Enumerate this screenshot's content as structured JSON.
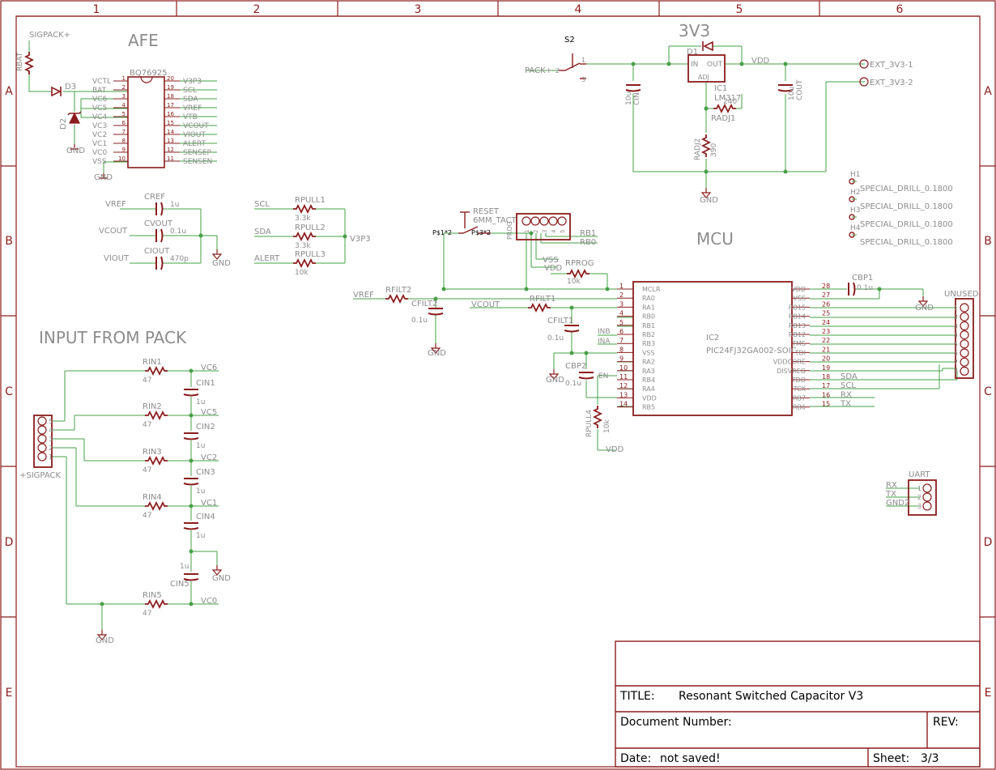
{
  "frame": {
    "columns": [
      "1",
      "2",
      "3",
      "4",
      "5",
      "6"
    ],
    "rows": [
      "A",
      "B",
      "C",
      "D",
      "E"
    ]
  },
  "sections": {
    "afe": "AFE",
    "v3v3": "3V3",
    "mcu": "MCU",
    "input": "INPUT FROM PACK"
  },
  "afe": {
    "sigpack": "SIGPACK+",
    "rbat": "RBAT",
    "d3": "D3",
    "d2": "D2",
    "gnd": "GND",
    "chip": "BQ76925",
    "pins_left": [
      {
        "name": "VCTL",
        "num": "1"
      },
      {
        "name": "BAT",
        "num": "2"
      },
      {
        "name": "VC6",
        "num": "3"
      },
      {
        "name": "VC5",
        "num": "4"
      },
      {
        "name": "VC4",
        "num": "5"
      },
      {
        "name": "VC3",
        "num": "6"
      },
      {
        "name": "VC2",
        "num": "7"
      },
      {
        "name": "VC1",
        "num": "8"
      },
      {
        "name": "VC0",
        "num": "9"
      },
      {
        "name": "VSS",
        "num": "10"
      }
    ],
    "pins_right": [
      {
        "name": "V3P3",
        "num": "20"
      },
      {
        "name": "SCL",
        "num": "19"
      },
      {
        "name": "SDA",
        "num": "18"
      },
      {
        "name": "VREF",
        "num": "17"
      },
      {
        "name": "VTB",
        "num": "16"
      },
      {
        "name": "VCOUT",
        "num": "15"
      },
      {
        "name": "VIOUT",
        "num": "14"
      },
      {
        "name": "ALERT",
        "num": "13"
      },
      {
        "name": "SENSEP",
        "num": "12"
      },
      {
        "name": "SENSEN",
        "num": "11"
      }
    ]
  },
  "caps_ref": [
    {
      "net": "VREF",
      "name": "CREF",
      "value": "1u"
    },
    {
      "net": "VCOUT",
      "name": "CVOUT",
      "value": "0.1u"
    },
    {
      "net": "VIOUT",
      "name": "CIOUT",
      "value": "470p"
    }
  ],
  "caps_gnd": "GND",
  "pullups": [
    {
      "net": "SCL",
      "name": "RPULL1",
      "value": "3.3k"
    },
    {
      "net": "SDA",
      "name": "RPULL2",
      "value": "3.3k"
    },
    {
      "net": "ALERT",
      "name": "RPULL3",
      "value": "10k"
    }
  ],
  "pullup_rail": "V3P3",
  "reg": {
    "s2": "S2",
    "pack": "PACK+",
    "sw_pins": [
      "2",
      "1",
      "3"
    ],
    "cin": "CIN",
    "cin_val": "10u",
    "d1": "D1",
    "in": "IN",
    "out": "OUT",
    "adj": "ADJ",
    "ic1": "IC1",
    "ic1_val": "LM317",
    "vdd": "VDD",
    "cout": "COUT",
    "cout_val": "10u",
    "ext1": "EXT_3V3-1",
    "ext2": "EXT_3V3-2",
    "radj1": "RADJ1",
    "radj1_val": "240",
    "radj2": "RADJ2",
    "radj2_val": "390",
    "gnd": "GND"
  },
  "holes": [
    {
      "ref": "H1",
      "label": "SPECIAL_DRILL_0.1800"
    },
    {
      "ref": "H2",
      "label": "SPECIAL_DRILL_0.1800"
    },
    {
      "ref": "H3",
      "label": "SPECIAL_DRILL_0.1800"
    },
    {
      "ref": "H4",
      "label": "SPECIAL_DRILL_0.1800"
    }
  ],
  "mcu": {
    "reset": "RESET",
    "reset_val": "6MM_TACT",
    "p1": "P$1*2",
    "p3": "P$3*2",
    "prog": "PROG",
    "prog_pins": [
      "1",
      "2",
      "3",
      "4",
      "5"
    ],
    "rb1": "RB1",
    "rb0": "RB0",
    "vss": "VSS",
    "vdd": "VDD",
    "rprog": "RPROG",
    "rprog_val": "10k",
    "vref": "VREF",
    "rfilt2": "RFILT2",
    "cfilt2": "CFILT2",
    "cfilt2_val": "0.1u",
    "vcout": "VCOUT",
    "rfilt1": "RFILT1",
    "cfilt1": "CFILT1",
    "cfilt1_val": "0.1u",
    "inb": "INB",
    "ina": "INA",
    "cbp2": "CBP2",
    "cbp2_val": "0.1u",
    "en": "EN",
    "rpull4": "RPULL4",
    "rpull4_val": "10k",
    "vdd2": "VDD",
    "gnd": "GND",
    "ic2": "IC2",
    "ic2_val": "PIC24FJ32GA002-SOIC",
    "pins_left": [
      {
        "name": "MCLR",
        "num": "1"
      },
      {
        "name": "RA0",
        "num": "2"
      },
      {
        "name": "RA1",
        "num": "3"
      },
      {
        "name": "RB0",
        "num": "4"
      },
      {
        "name": "RB1",
        "num": "5"
      },
      {
        "name": "RB2",
        "num": "6"
      },
      {
        "name": "RB3",
        "num": "7"
      },
      {
        "name": "VSS",
        "num": "8"
      },
      {
        "name": "RA2",
        "num": "9"
      },
      {
        "name": "RA3",
        "num": "10"
      },
      {
        "name": "RB4",
        "num": "11"
      },
      {
        "name": "RA4",
        "num": "12"
      },
      {
        "name": "VDD",
        "num": "13"
      },
      {
        "name": "RB5",
        "num": "14"
      }
    ],
    "pins_right": [
      {
        "name": "VDD",
        "num": "28"
      },
      {
        "name": "VSS",
        "num": "27"
      },
      {
        "name": "RB15",
        "num": "26"
      },
      {
        "name": "RB14",
        "num": "25"
      },
      {
        "name": "RB13",
        "num": "24"
      },
      {
        "name": "RB12",
        "num": "23"
      },
      {
        "name": "TMS",
        "num": "22"
      },
      {
        "name": "TDI",
        "num": "21"
      },
      {
        "name": "VDDCORE",
        "num": "20"
      },
      {
        "name": "DISVREG",
        "num": "19"
      },
      {
        "name": "TDO",
        "num": "18"
      },
      {
        "name": "TCK",
        "num": "17"
      },
      {
        "name": "RB7",
        "num": "16"
      },
      {
        "name": "RB6",
        "num": "15"
      }
    ],
    "right_nets": [
      "",
      "",
      "",
      "",
      "",
      "",
      "",
      "",
      "",
      "",
      "SDA",
      "SCL",
      "RX",
      "TX"
    ],
    "cbp1": "CBP1",
    "cbp1_val": "0.1u",
    "unused": "UNUSED",
    "unused_pins": [
      "1",
      "2",
      "3",
      "4",
      "5",
      "6",
      "7",
      "8"
    ]
  },
  "uart": {
    "title": "UART",
    "nets": [
      "RX",
      "TX",
      "GND2"
    ],
    "pins": [
      "1",
      "2",
      "3"
    ]
  },
  "input": {
    "connector": "+SIGPACK",
    "con_pins": [
      "5",
      "4",
      "3",
      "2",
      "1"
    ],
    "rows": [
      {
        "r": "RIN1",
        "rv": "47",
        "net": "VC6",
        "c": "CIN1",
        "cv": "1u"
      },
      {
        "r": "RIN2",
        "rv": "47",
        "net": "VC5",
        "c": "CIN2",
        "cv": "1u"
      },
      {
        "r": "RIN3",
        "rv": "47",
        "net": "VC2",
        "c": "CIN3",
        "cv": "1u"
      },
      {
        "r": "RIN4",
        "rv": "47",
        "net": "VC1",
        "c": "CIN4",
        "cv": "1u"
      },
      {
        "r": "RIN5",
        "rv": "47",
        "net": "VC0",
        "c": "CIN5",
        "cv": "1u"
      }
    ],
    "gnd": "GND"
  },
  "titleblock": {
    "title_label": "TITLE:",
    "title": "Resonant Switched Capacitor V3",
    "docnum_label": "Document Number:",
    "rev_label": "REV:",
    "date_label": "Date:",
    "date": "not saved!",
    "sheet_label": "Sheet:",
    "sheet": "3/3"
  }
}
